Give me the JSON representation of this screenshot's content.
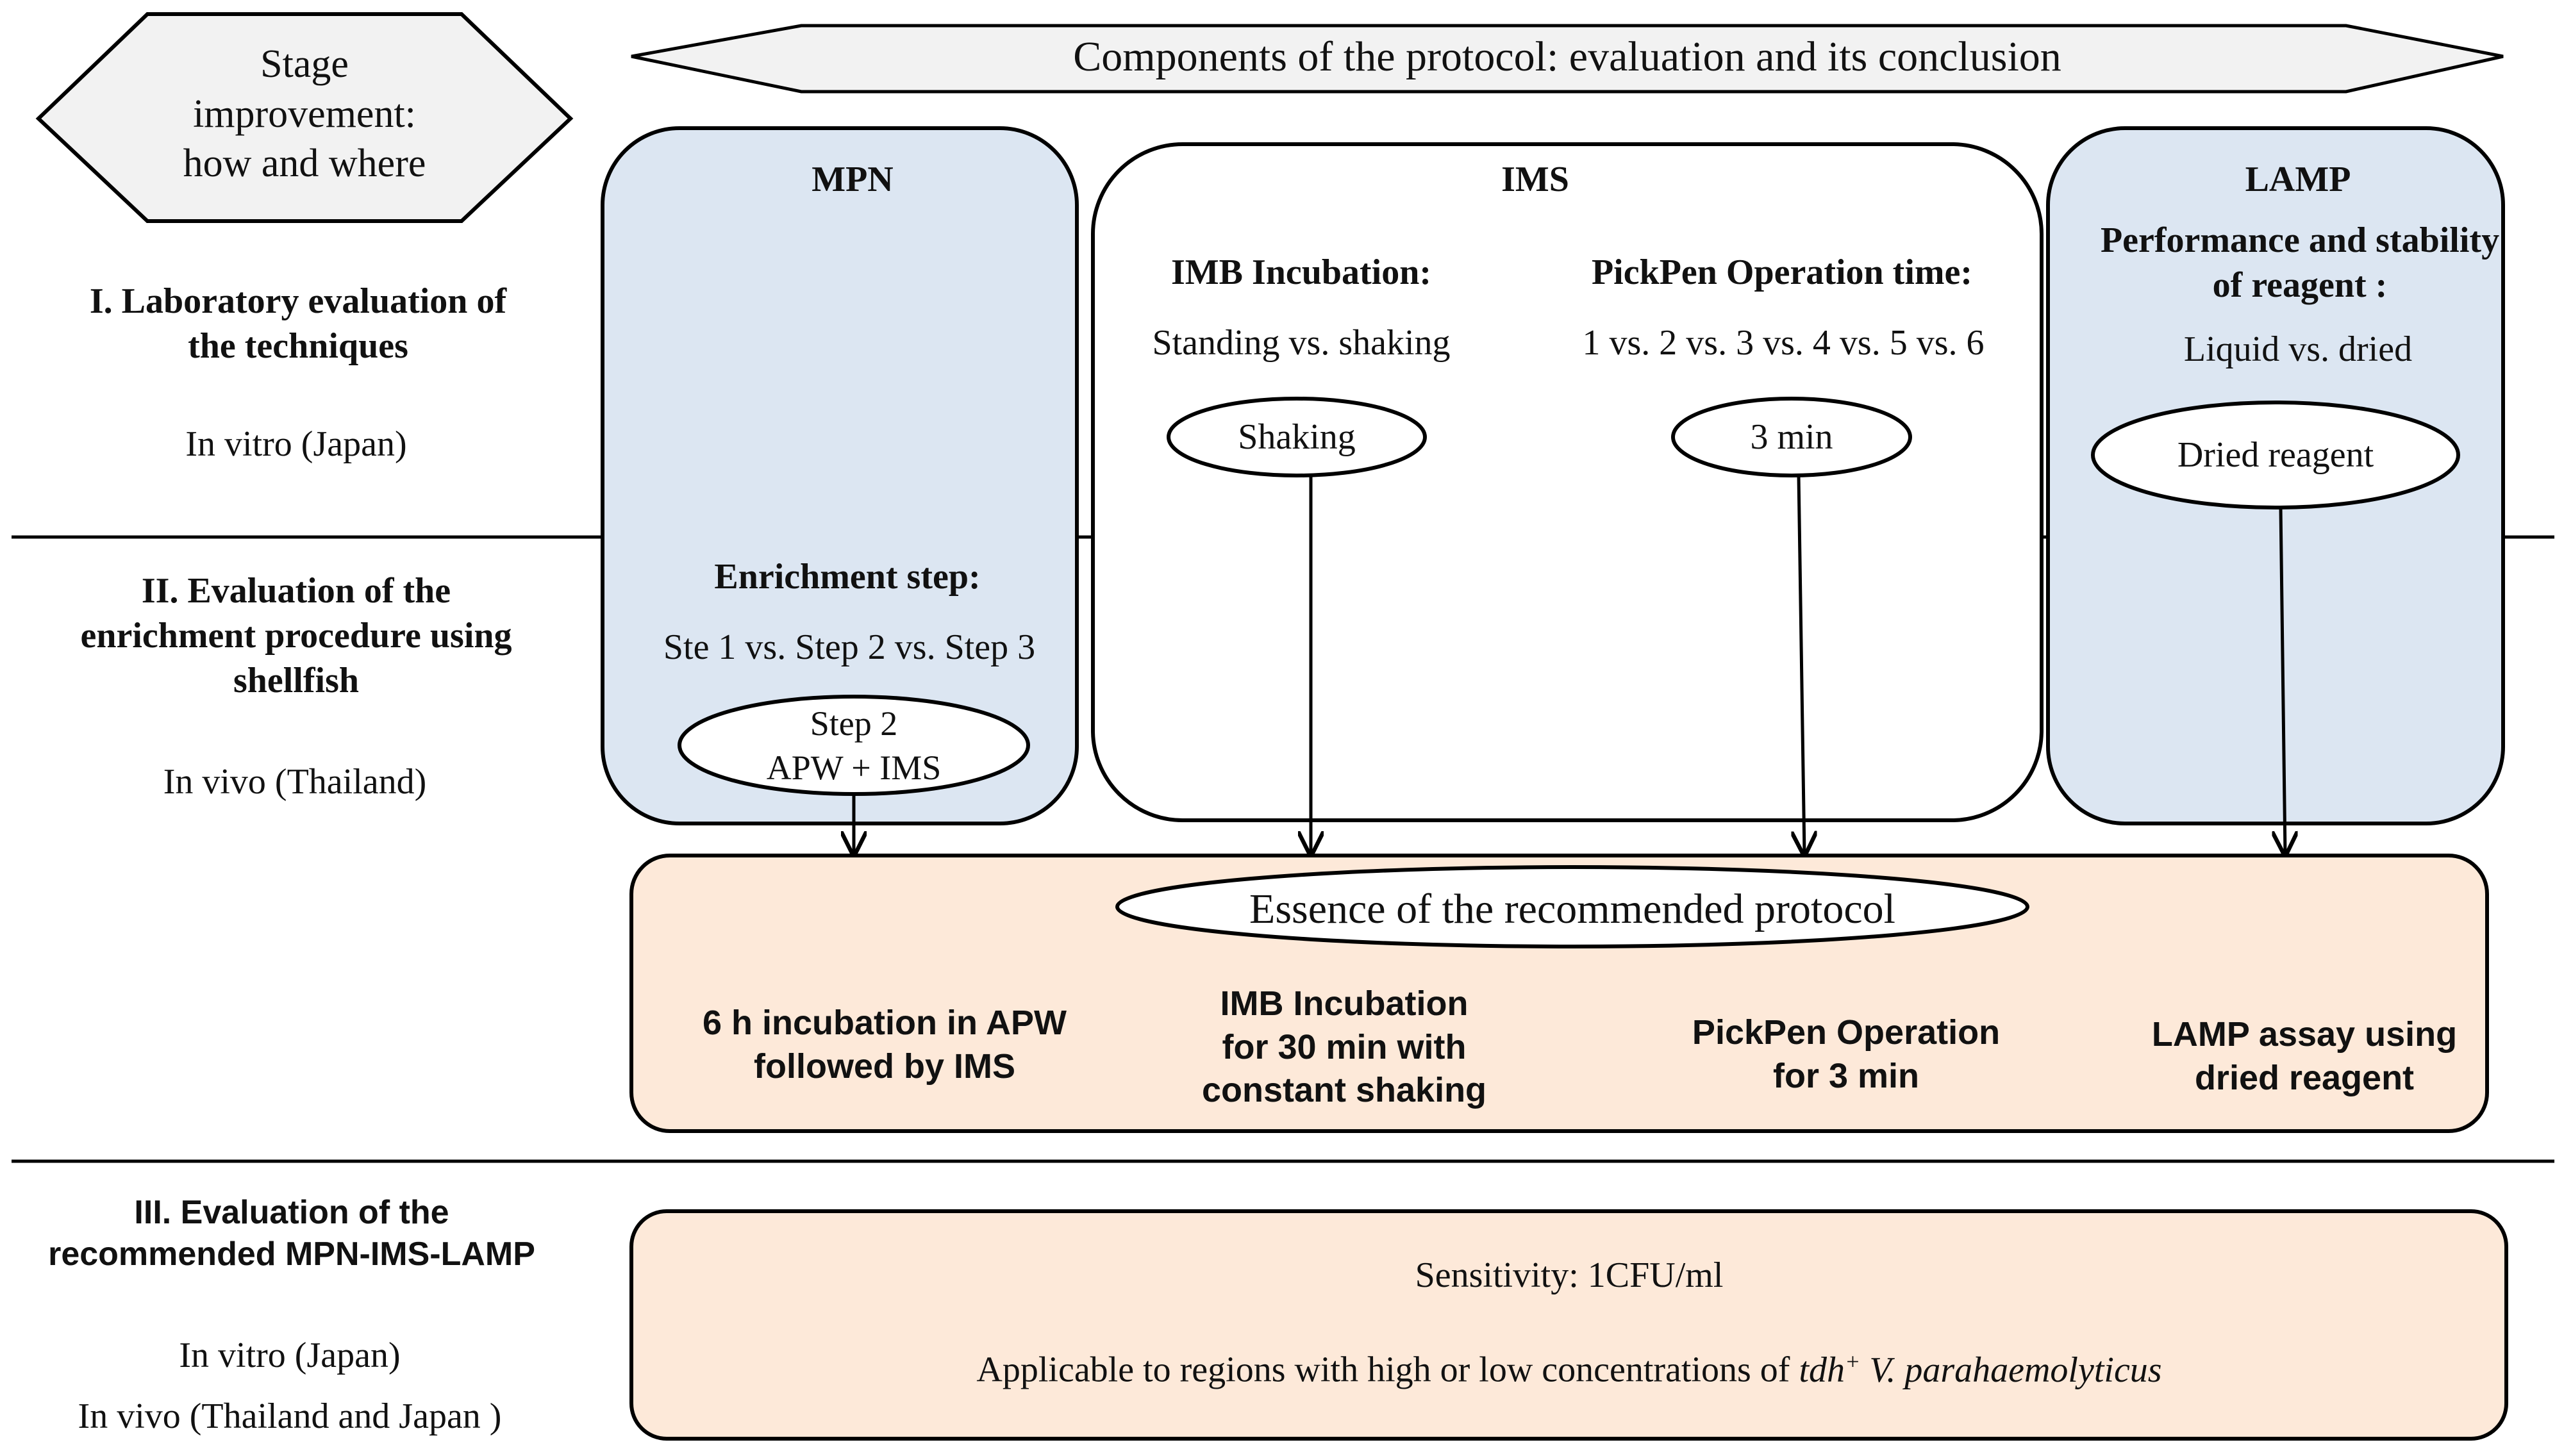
{
  "header": {
    "stage_box": [
      "Stage",
      "improvement:",
      "how and where"
    ],
    "components_banner": "Components of the protocol: evaluation and its conclusion"
  },
  "stages": {
    "stage1": {
      "title": [
        "I. Laboratory evaluation of",
        "the techniques"
      ],
      "setting": "In vitro (Japan)"
    },
    "stage2": {
      "title": [
        "II. Evaluation of the",
        "enrichment procedure using",
        "shellfish"
      ],
      "setting": "In vivo (Thailand)"
    },
    "stage3": {
      "title": [
        "III. Evaluation of the",
        "recommended MPN-IMS-LAMP"
      ],
      "setting1": "In vitro (Japan)",
      "setting2": "In vivo (Thailand and Japan )"
    }
  },
  "mpn": {
    "title": "MPN",
    "enrichment_title": "Enrichment step:",
    "enrichment_options": "Ste 1 vs. Step 2 vs. Step 3",
    "choice": [
      "Step 2",
      "APW + IMS"
    ]
  },
  "ims": {
    "title": "IMS",
    "incubation_title": "IMB Incubation:",
    "incubation_options": "Standing vs. shaking",
    "incubation_choice": "Shaking",
    "pickpen_title": "PickPen Operation time:",
    "pickpen_options": "1 vs. 2 vs. 3 vs. 4 vs. 5 vs. 6",
    "pickpen_choice": "3 min"
  },
  "lamp": {
    "title": "LAMP",
    "reagent_title": [
      "Performance and stability",
      "of reagent :"
    ],
    "reagent_options": "Liquid vs. dried",
    "reagent_choice": "Dried reagent"
  },
  "essence": {
    "title": "Essence of the recommended protocol",
    "items": [
      [
        "6 h incubation in APW",
        "followed by IMS"
      ],
      [
        "IMB Incubation",
        "for 30 min with",
        "constant shaking"
      ],
      [
        "PickPen Operation",
        "for 3 min"
      ],
      [
        "LAMP assay using",
        "dried reagent"
      ]
    ]
  },
  "result": {
    "sensitivity": "Sensitivity:  1CFU/ml",
    "applicable_prefix": "Applicable to regions with high or low concentrations of ",
    "gene": "tdh",
    "gene_sup": "+",
    "species": " V. parahaemolyticus"
  },
  "colors": {
    "blue_fill": "#dce6f2",
    "peach_fill": "#fde9d9",
    "grey_fill": "#f2f2f2",
    "stroke": "#000000"
  }
}
